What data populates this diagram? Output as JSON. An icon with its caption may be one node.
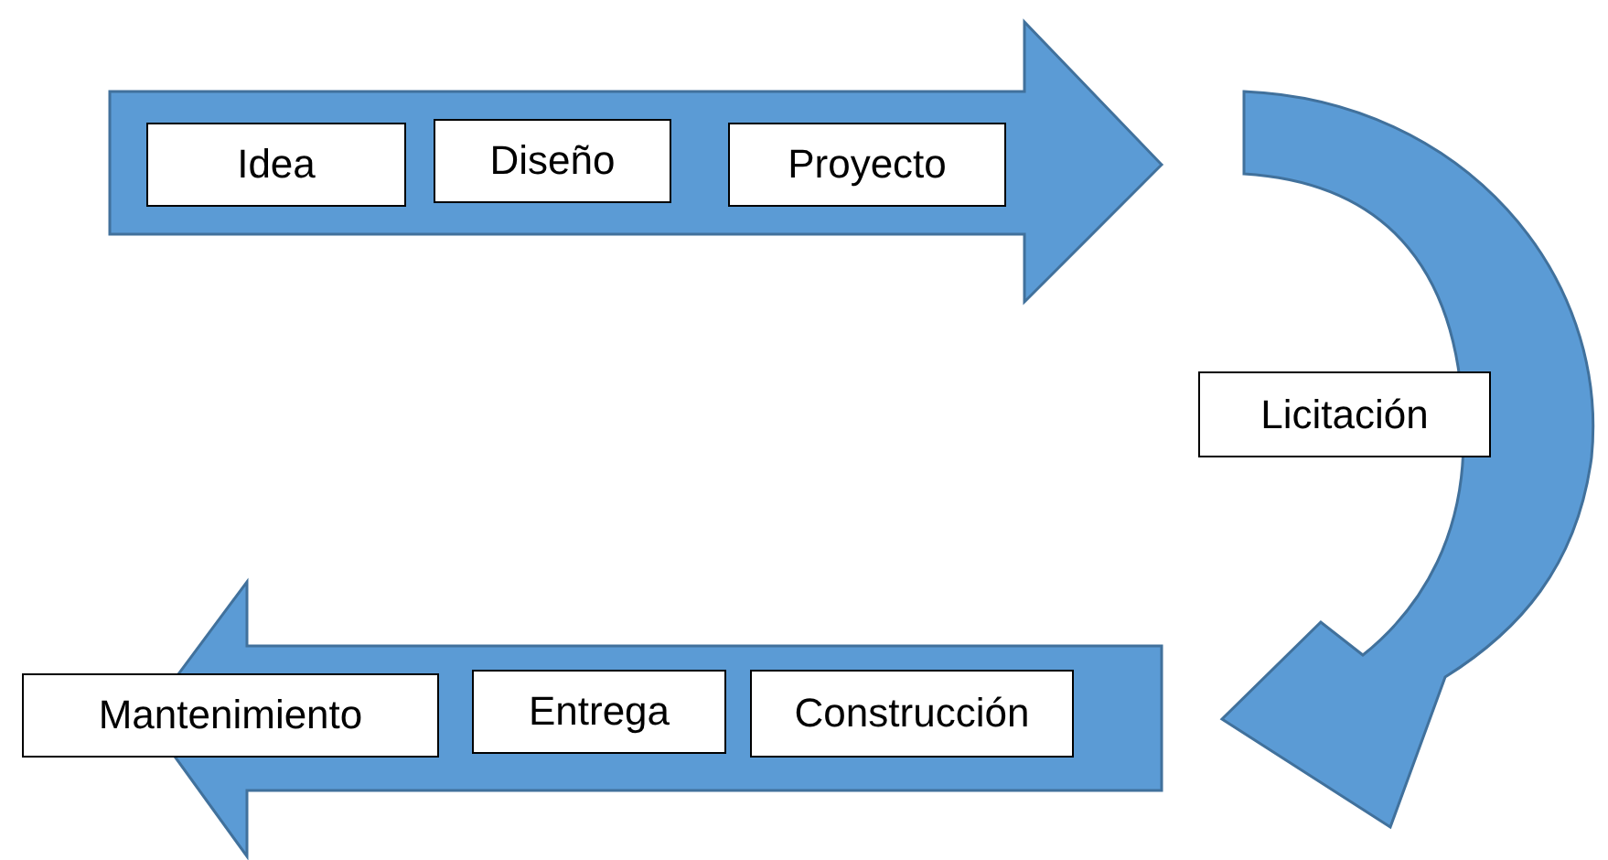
{
  "diagram": {
    "nodes": [
      {
        "text": [
          "Idea"
        ]
      },
      {
        "text": [
          "Diseño"
        ]
      },
      {
        "text": [
          "Proyecto"
        ]
      },
      {
        "text": [
          "Licitación"
        ]
      },
      {
        "text": [
          "Mantenimiento"
        ]
      },
      {
        "text": [
          "Entrega"
        ]
      },
      {
        "text": [
          "Construcción"
        ]
      }
    ]
  }
}
